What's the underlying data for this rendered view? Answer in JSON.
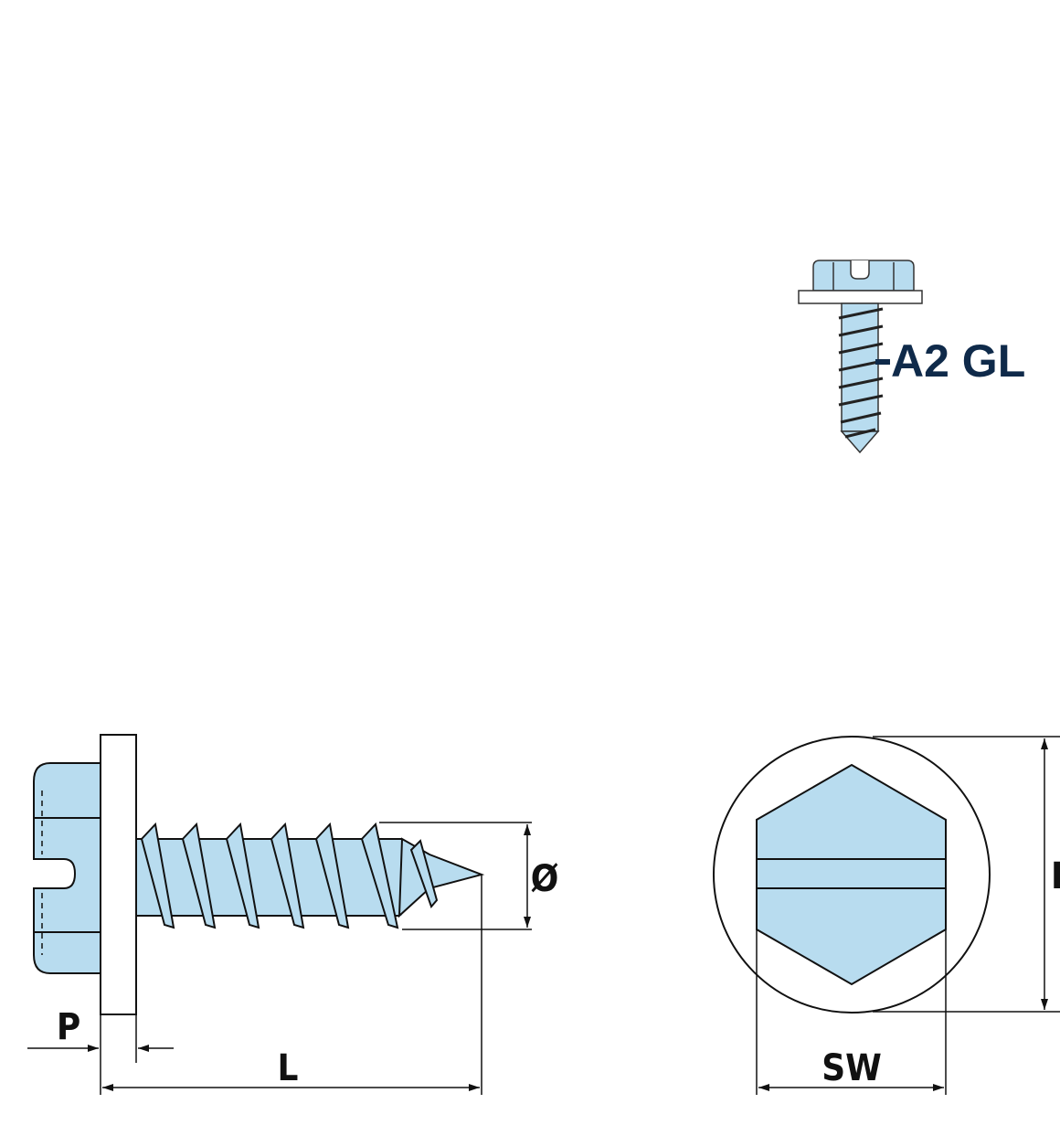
{
  "colors": {
    "metal": "#b8dcef",
    "outline": "#1a1a1a",
    "label": "#0f2a4a",
    "washer": "#ffffff"
  },
  "product_label": "A2 GL",
  "side_view": {
    "dim_diameter": "Ø",
    "dim_washer_thickness": "P",
    "dim_length": "L"
  },
  "top_view": {
    "dim_outer_diameter": "D",
    "dim_wrench_size": "SW"
  }
}
